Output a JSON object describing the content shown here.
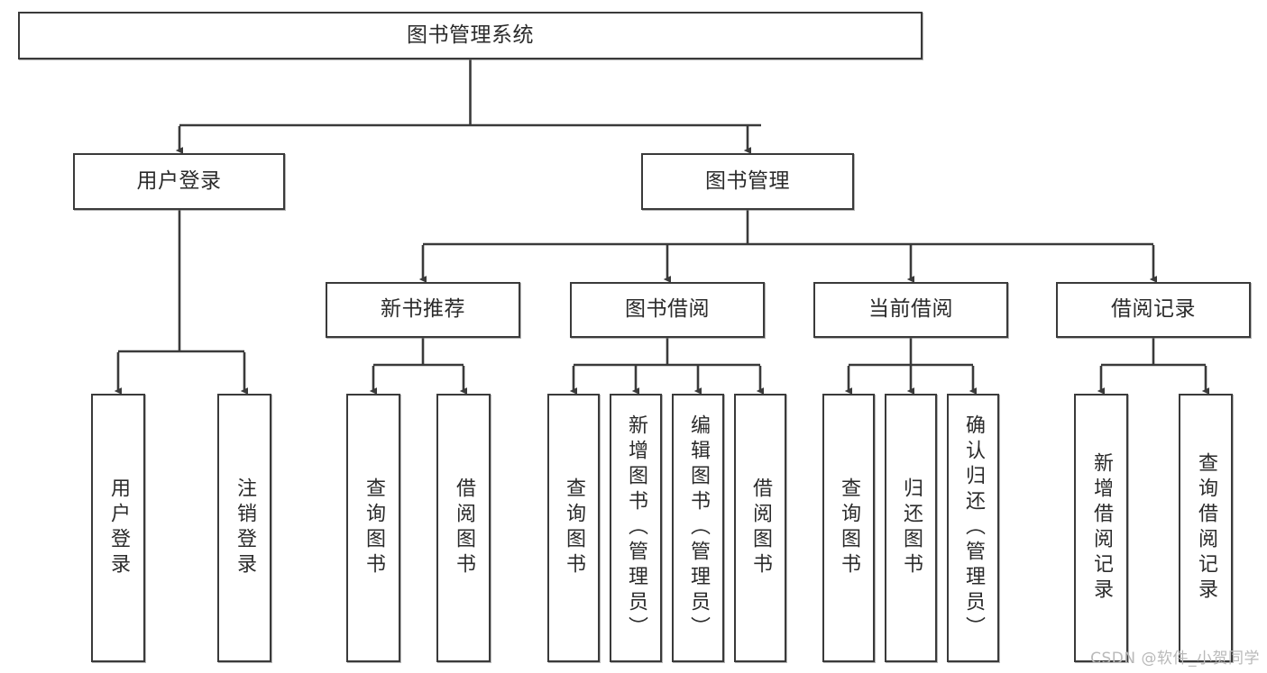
{
  "diagram": {
    "title": "图书管理系统",
    "watermark": "CSDN @软件_小贺同学",
    "colors": {
      "box_border": "#3a3a3a",
      "box_fill": "#ffffff",
      "edge": "#3a3a3a",
      "text": "#2b2b2b",
      "watermark": "#b9b9b9",
      "background": "#ffffff"
    },
    "root": {
      "label": "图书管理系统"
    },
    "level2": [
      {
        "label": "用户登录"
      },
      {
        "label": "图书管理"
      }
    ],
    "level3": [
      {
        "label": "新书推荐"
      },
      {
        "label": "图书借阅"
      },
      {
        "label": "当前借阅"
      },
      {
        "label": "借阅记录"
      }
    ],
    "leaves": {
      "user_login": [
        {
          "label": "用户登录"
        },
        {
          "label": "注销登录"
        }
      ],
      "new_book_recommend": [
        {
          "label": "查询图书"
        },
        {
          "label": "借阅图书"
        }
      ],
      "book_borrow": [
        {
          "label": "查询图书"
        },
        {
          "label": "新增图书（管理员）"
        },
        {
          "label": "编辑图书（管理员）"
        },
        {
          "label": "借阅图书"
        }
      ],
      "current_borrow": [
        {
          "label": "查询图书"
        },
        {
          "label": "归还图书"
        },
        {
          "label": "确认归还（管理员）"
        }
      ],
      "borrow_record": [
        {
          "label": "新增借阅记录"
        },
        {
          "label": "查询借阅记录"
        }
      ]
    }
  }
}
